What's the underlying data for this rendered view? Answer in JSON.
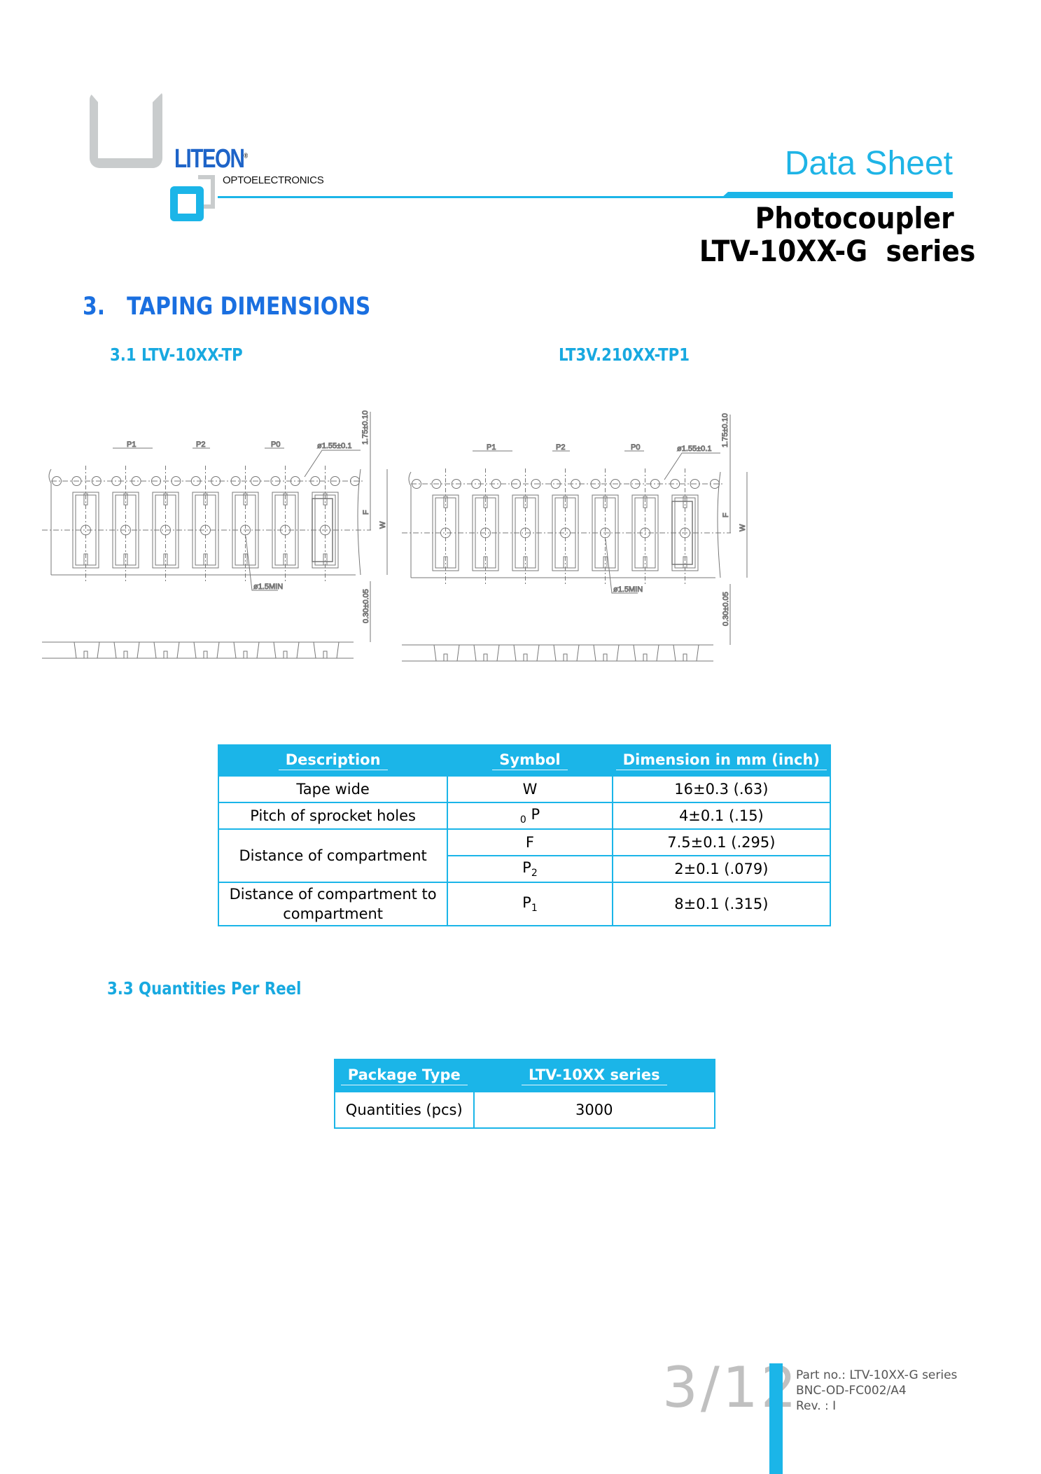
{
  "header": {
    "logo_text": "LITEON",
    "logo_subtext": "OPTOELECTRONICS",
    "doc_type": "Data Sheet",
    "product": "Photocoupler",
    "series": "LTV-10XX-G  series"
  },
  "section": {
    "title": "3.   TAPING DIMENSIONS",
    "sub1": "3.1 LTV-10XX-TP",
    "sub2": "LT3V.210XX-TP1",
    "sub3": "3.3 Quantities Per Reel"
  },
  "drawing": {
    "p1": "P1",
    "p2": "P2",
    "p0": "P0",
    "hole_dia": "ø1.55±0.1",
    "edge_dist": "1.75±0.10",
    "f": "F",
    "w": "W",
    "center_hole": "ø1.5MIN",
    "thickness": "0.30±0.05"
  },
  "dimensions_table": {
    "headers": [
      "Description",
      "Symbol",
      "Dimension in mm (inch)"
    ],
    "rows": [
      {
        "description": "Tape wide",
        "symbol": "W",
        "symbol_sub": "",
        "value": "16±0.3 (.63)"
      },
      {
        "description": "Pitch of sprocket holes",
        "symbol": "P",
        "symbol_sub": "0",
        "value": "4±0.1 (.15)"
      },
      {
        "description": "Distance of compartment",
        "symbol": "F",
        "symbol_sub": "",
        "value": "7.5±0.1 (.295)"
      },
      {
        "description": "",
        "symbol": "P",
        "symbol_sub": "2",
        "value": "2±0.1 (.079)"
      },
      {
        "description": "Distance of compartment to compartment",
        "symbol": "P",
        "symbol_sub": "1",
        "value": "8±0.1 (.315)"
      }
    ]
  },
  "quantities_table": {
    "headers": [
      "Package Type",
      "LTV-10XX series"
    ],
    "row": {
      "label": "Quantities (pcs)",
      "value": "3000"
    }
  },
  "footer": {
    "page": "3/12",
    "part_no": "Part no.: LTV-10XX-G series",
    "doc_code": "BNC-OD-FC002/A4",
    "rev": "Rev. : I"
  },
  "colors": {
    "accent": "#1bb5e8",
    "heading": "#1a6fe0",
    "logo": "#1e64c8"
  }
}
